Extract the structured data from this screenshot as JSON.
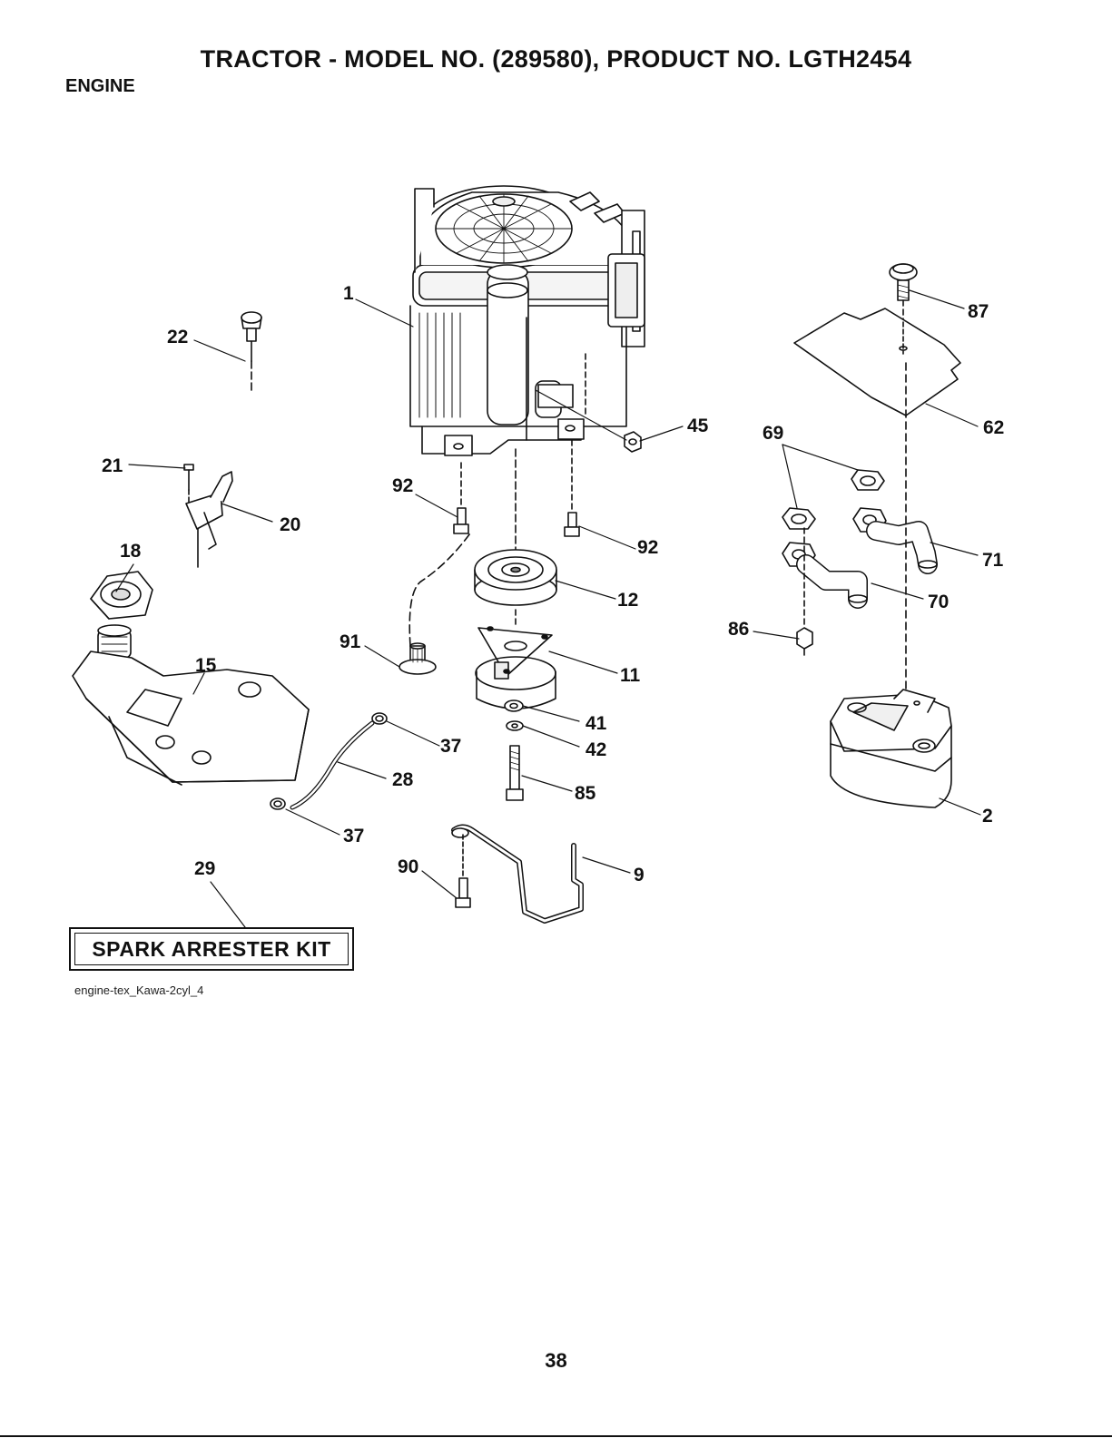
{
  "header": {
    "title": "TRACTOR - MODEL NO. (289580), PRODUCT NO. LGTH2454",
    "section": "ENGINE"
  },
  "callouts": {
    "c1": "1",
    "c22": "22",
    "c21": "21",
    "c20": "20",
    "c18": "18",
    "c15": "15",
    "c92a": "92",
    "c92b": "92",
    "c45": "45",
    "c12": "12",
    "c91": "91",
    "c11": "11",
    "c41": "41",
    "c42": "42",
    "c37a": "37",
    "c28": "28",
    "c85": "85",
    "c37b": "37",
    "c29": "29",
    "c90": "90",
    "c9": "9",
    "c87": "87",
    "c62": "62",
    "c69": "69",
    "c71": "71",
    "c70": "70",
    "c86": "86",
    "c2": "2"
  },
  "kit_label": "SPARK ARRESTER KIT",
  "file_name": "engine-tex_Kawa-2cyl_4",
  "page_number": "38"
}
